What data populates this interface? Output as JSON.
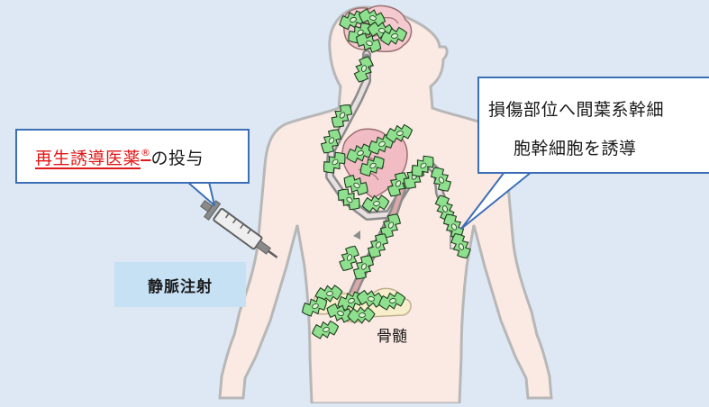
{
  "callout_left": {
    "highlight": "再生誘導医薬",
    "mark": "®",
    "suffix": "の投与"
  },
  "callout_right": {
    "line1": "損傷部位へ間葉系幹細",
    "line2": "胞幹細胞を誘導"
  },
  "injection_label": "静脈注射",
  "marrow_label": "骨髄",
  "colors": {
    "background": "#dde8f4",
    "callout_border": "#3d6fb6",
    "highlight_text": "#e01818",
    "label_box": "#c6e0f4",
    "body_fill": "#fbe9e3",
    "cell_fill": "#8ee08e"
  },
  "icons": [
    "syringe-icon",
    "brain-icon",
    "heart-icon",
    "bone-icon",
    "stem-cell-icon"
  ]
}
